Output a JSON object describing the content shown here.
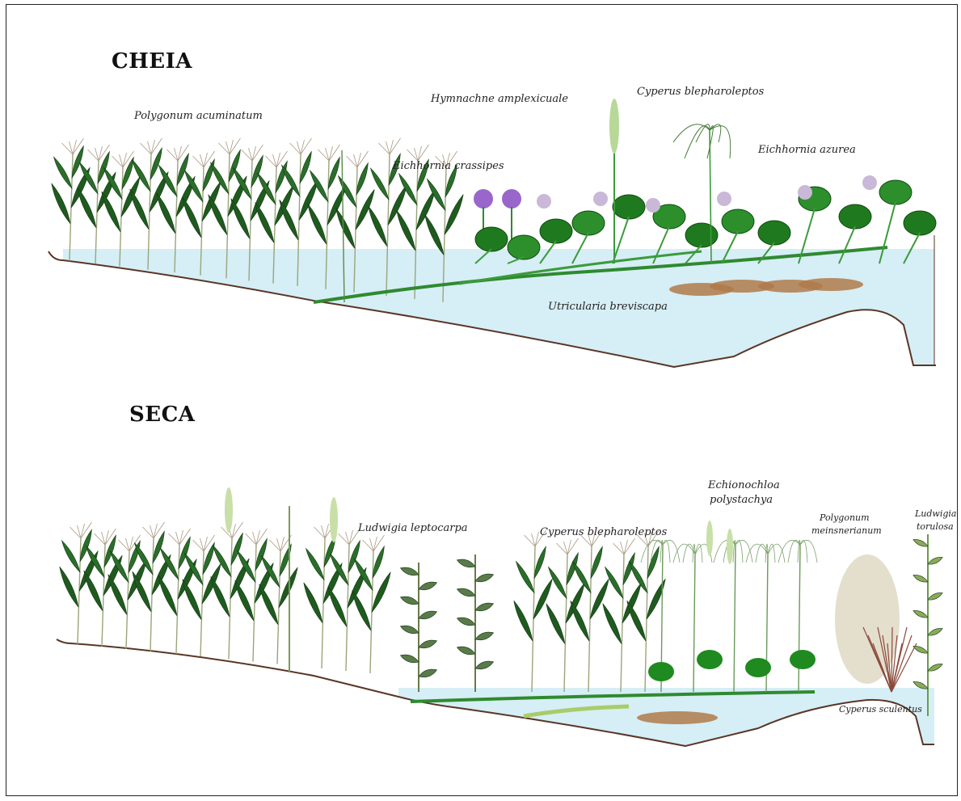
{
  "panels": [
    {
      "title": "CHEIA",
      "labels": [
        "Polygonum acuminatum",
        "Hymnachne amplexicuale",
        "Cyperus blepharoleptos",
        "Eichhornia crassipes",
        "Eichhornia azurea",
        "Utricularia breviscapa"
      ]
    },
    {
      "title": "SECA",
      "labels": [
        "Ludwigia leptocarpa",
        "Cyperus blepharoleptos",
        "Echionochloa",
        "polystachya",
        "Polygonum",
        "meinsnerianum",
        "Ludwigia",
        "torulosa",
        "Cyperus sculentus"
      ]
    }
  ],
  "colors": {
    "water": "#d6eef5",
    "ground": "#5a3526",
    "leaf_dark": "#1f5a1f",
    "leaf_mid": "#2f8a2f",
    "hyacinth": "#9966cc",
    "roots": "#b07a4a"
  }
}
